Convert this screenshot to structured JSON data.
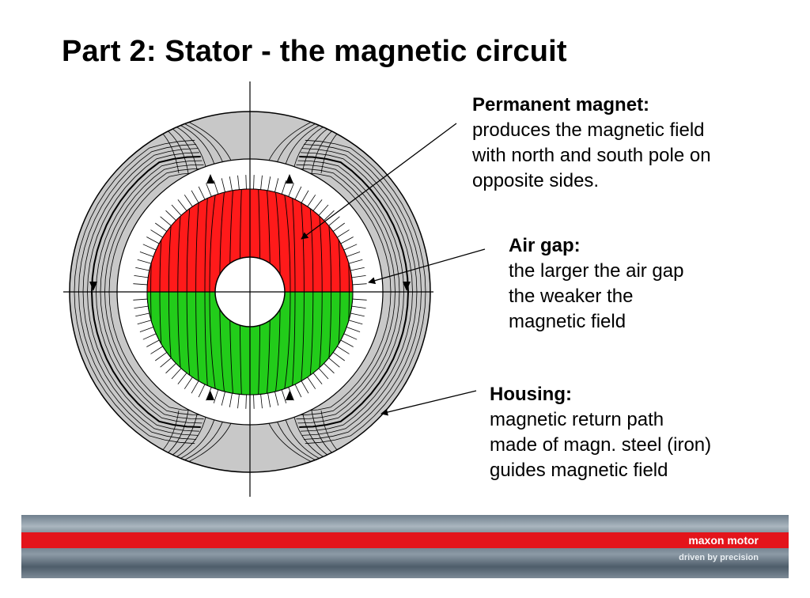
{
  "slide": {
    "title": "Part 2: Stator - the magnetic circuit"
  },
  "labels": {
    "permanent_magnet": {
      "heading": "Permanent magnet:",
      "lines": [
        "produces the magnetic field",
        "with north and south pole on",
        "opposite sides."
      ]
    },
    "air_gap": {
      "heading": "Air gap:",
      "lines": [
        "the larger the air gap",
        "the weaker the",
        "magnetic field"
      ]
    },
    "housing": {
      "heading": "Housing:",
      "lines": [
        "magnetic return path",
        "made of magn. steel (iron)",
        "guides magnetic field"
      ]
    }
  },
  "footer": {
    "brand": "maxon motor",
    "tagline": "driven by precision"
  },
  "colors": {
    "north_pole": "#ff1a1a",
    "south_pole": "#22cc1a",
    "housing": "#c8c8c8",
    "footer_stripe": "#e3141b"
  }
}
